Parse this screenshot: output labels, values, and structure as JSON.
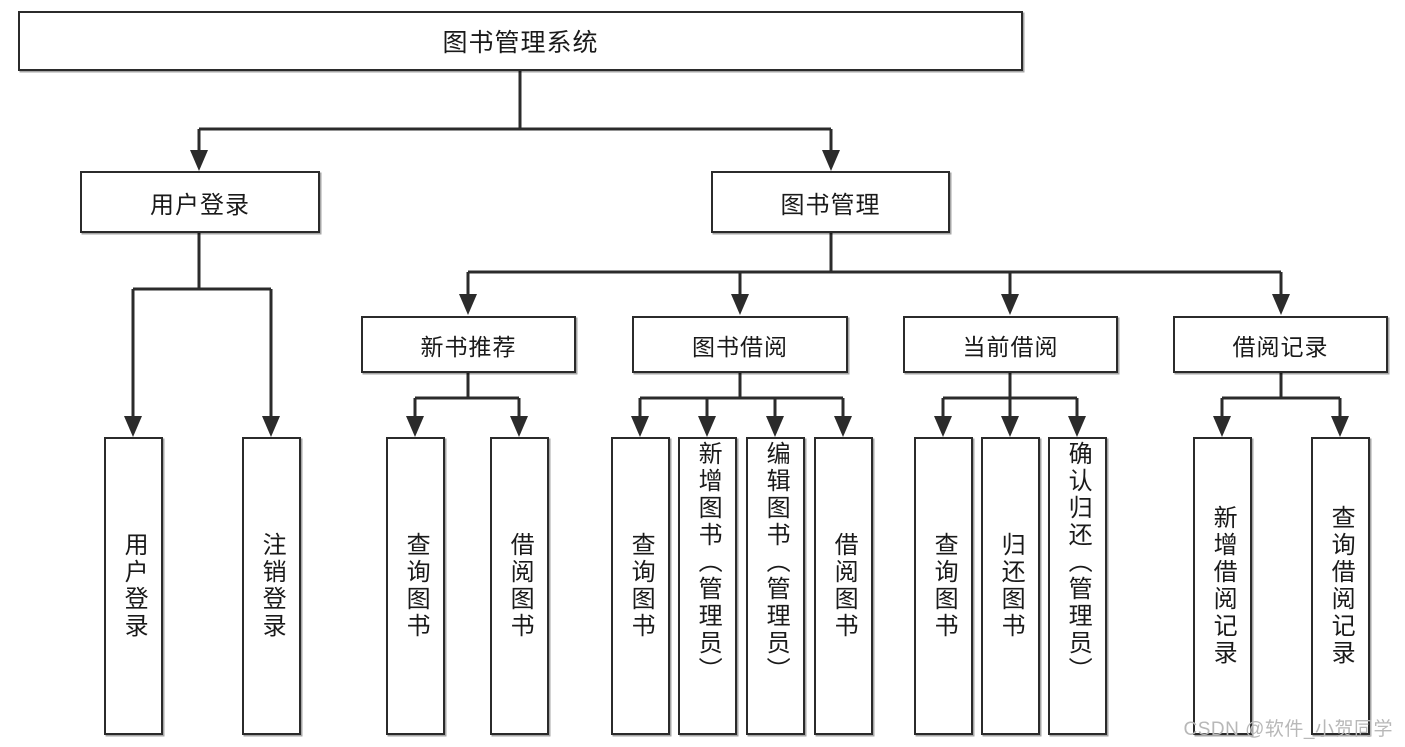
{
  "diagram": {
    "type": "tree",
    "title": "图书管理系统",
    "colors": {
      "box_border": "#2b2b2b",
      "box_fill": "#ffffff",
      "connector": "#2b2b2b",
      "background": "#ffffff",
      "watermark": "#b8b8b8"
    },
    "nodes": {
      "root": {
        "label": "图书管理系统",
        "level": 0
      },
      "level2": [
        {
          "id": "user-login",
          "label": "用户登录"
        },
        {
          "id": "book-management",
          "label": "图书管理"
        }
      ],
      "level3": [
        {
          "id": "new-book-recommend",
          "label": "新书推荐",
          "parent": "book-management"
        },
        {
          "id": "book-borrow",
          "label": "图书借阅",
          "parent": "book-management"
        },
        {
          "id": "current-borrow",
          "label": "当前借阅",
          "parent": "book-management"
        },
        {
          "id": "borrow-record",
          "label": "借阅记录",
          "parent": "book-management"
        }
      ],
      "leaves": [
        {
          "id": "leaf-user-login",
          "label": "用户登录",
          "parent": "user-login"
        },
        {
          "id": "leaf-logout",
          "label": "注销登录",
          "parent": "user-login"
        },
        {
          "id": "leaf-query-book-1",
          "label": "查询图书",
          "parent": "new-book-recommend"
        },
        {
          "id": "leaf-borrow-book-1",
          "label": "借阅图书",
          "parent": "new-book-recommend"
        },
        {
          "id": "leaf-query-book-2",
          "label": "查询图书",
          "parent": "book-borrow"
        },
        {
          "id": "leaf-add-book",
          "label": "新增图书（管理员）",
          "parent": "book-borrow"
        },
        {
          "id": "leaf-edit-book",
          "label": "编辑图书（管理员）",
          "parent": "book-borrow"
        },
        {
          "id": "leaf-borrow-book-2",
          "label": "借阅图书",
          "parent": "book-borrow"
        },
        {
          "id": "leaf-query-book-3",
          "label": "查询图书",
          "parent": "current-borrow"
        },
        {
          "id": "leaf-return-book",
          "label": "归还图书",
          "parent": "current-borrow"
        },
        {
          "id": "leaf-confirm-return",
          "label": "确认归还（管理员）",
          "parent": "current-borrow"
        },
        {
          "id": "leaf-add-record",
          "label": "新增借阅记录",
          "parent": "borrow-record"
        },
        {
          "id": "leaf-query-record",
          "label": "查询借阅记录",
          "parent": "borrow-record"
        }
      ]
    }
  },
  "watermark": {
    "text": "CSDN @软件_小贺同学"
  }
}
